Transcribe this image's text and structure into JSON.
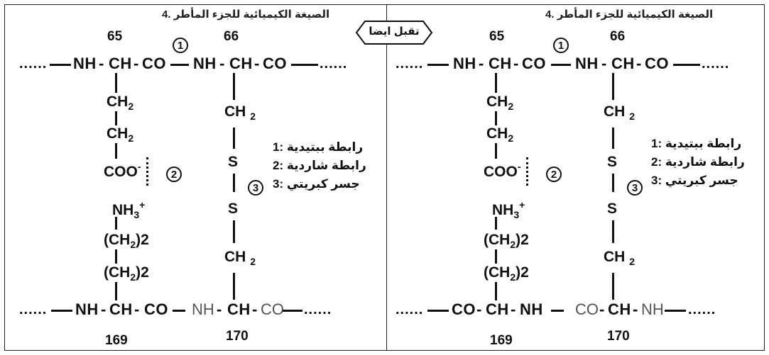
{
  "header": {
    "heading": "4. الصيغة الكيميائية للجزء المأطر",
    "badge": "تقبل ايضا"
  },
  "residues": {
    "top_left": "65",
    "top_right": "66",
    "bottom_left": "169",
    "bottom_right": "170"
  },
  "chains": {
    "top": {
      "dots": "......",
      "nh1": "NH",
      "ch1": "CH",
      "co1": "CO",
      "nh2": "NH",
      "ch2": "CH",
      "co2": "CO"
    },
    "bottom_left_panel": {
      "dots": "......",
      "nh1": "NH",
      "ch1": "CH",
      "co1": "CO",
      "nh2": "NH",
      "ch2": "CH",
      "co2": "CO"
    },
    "bottom_right_panel": {
      "dots": "......",
      "co1": "CO",
      "ch1": "CH",
      "nh1": "NH",
      "co2": "CO",
      "ch2": "CH",
      "nh2": "NH"
    }
  },
  "side_chain_left": {
    "ch2_a": "CH",
    "ch2_b": "CH",
    "sub2": "2",
    "coo": "COO",
    "minus": "-",
    "plus": "+",
    "nh": "NH",
    "sub3": "3",
    "ch2_c": "(CH",
    "ch2_c_close": ")2",
    "ch2_d": "(CH",
    "ch2_d_close": ")2"
  },
  "side_chain_right": {
    "ch2_a": "CH",
    "s1": "S",
    "s2": "S",
    "ch2_b": "CH",
    "sub2": "2"
  },
  "bond_markers": {
    "one": "1",
    "two": "2",
    "three": "3"
  },
  "legend": {
    "item1_num": "1:",
    "item1_text": "رابطة ببتيدية",
    "item2_num": "2:",
    "item2_text": "رابطة شاردية",
    "item3_num": "3:",
    "item3_text": "جسر كبريتي"
  }
}
